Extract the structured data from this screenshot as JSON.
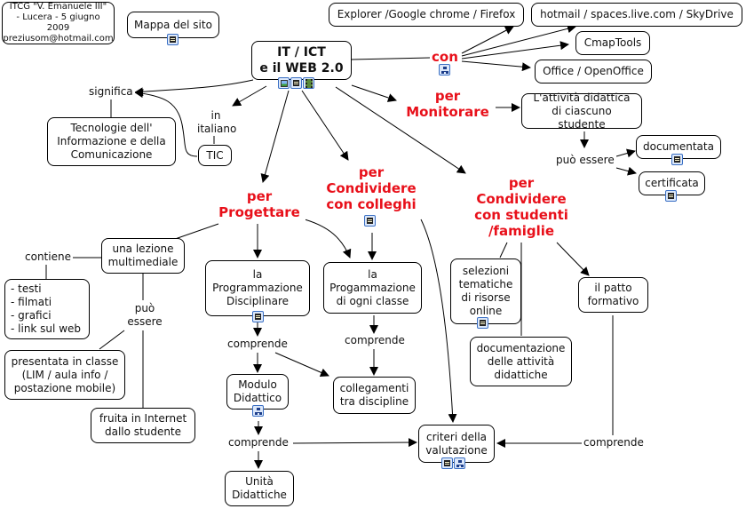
{
  "header_info": {
    "line1": "ITCG \"V. Emanuele III\"",
    "line2": "- Lucera - 5 giugno 2009",
    "line3": "preziusom@hotmail.com"
  },
  "colors": {
    "linking_phrase_accent": "#e8101a",
    "node_border": "#000000",
    "resource_icon_border": "#3a6fc4"
  },
  "nodes": {
    "sitemap": "Mappa del sito",
    "root_line1": "IT / ICT",
    "root_line2": "e il WEB 2.0",
    "browsers": "Explorer /Google chrome / Firefox",
    "hotmail": "hotmail / spaces.live.com / SkyDrive",
    "cmaptools": "CmapTools",
    "office": "Office / OpenOffice",
    "tecnologie": "Tecnologie dell' Informazione e della Comunicazione",
    "tic": "TIC",
    "attivita": "L'attività didattica di ciascuno studente",
    "documentata": "documentata",
    "certificata": "certificata",
    "lezione": "una lezione multimediale",
    "contenuti_lines": [
      "- testi",
      "- filmati",
      "- grafici",
      "- link sul web"
    ],
    "presentata": "presentata in classe (LIM / aula info / postazione mobile)",
    "fruita": "fruita in Internet dallo studente",
    "prog_disciplinare": "la Programmazione Disciplinare",
    "prog_classe": "la Progammazione di ogni classe",
    "modulo": "Modulo Didattico",
    "collegamenti": "collegamenti tra discipline",
    "unita": "Unità Didattiche",
    "criteri": "criteri della valutazione",
    "selezioni": "selezioni tematiche di risorse online",
    "documentazione": "documentazione delle attività didattiche",
    "patto": "il patto formativo"
  },
  "linking_phrases": {
    "con": "con",
    "per_monitorare": "per Monitorare",
    "per_progettare": "per Progettare",
    "per_condividere_colleghi": "per Condividere con colleghi",
    "per_condividere_studenti": "per Condividere con studenti /famiglie",
    "significa": "significa",
    "in_italiano": "in italiano",
    "puo_essere_top": "può essere",
    "contiene": "contiene",
    "puo_essere_left": "può essere",
    "comprende_1": "comprende",
    "comprende_2": "comprende",
    "comprende_3": "comprende",
    "comprende_4": "comprende"
  },
  "resource_icons": {
    "sitemap": [
      "document"
    ],
    "root": [
      "image",
      "document",
      "video"
    ],
    "con": [
      "concept-map"
    ],
    "documentata": [
      "document"
    ],
    "certificata": [
      "document"
    ],
    "colleghi": [
      "document"
    ],
    "prog_disciplinare": [
      "document"
    ],
    "modulo": [
      "concept-map"
    ],
    "selezioni": [
      "document"
    ],
    "criteri": [
      "document",
      "concept-map"
    ]
  }
}
